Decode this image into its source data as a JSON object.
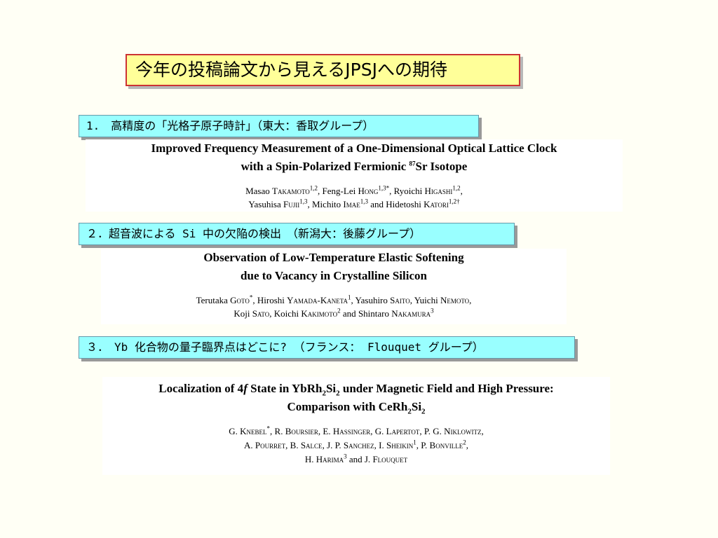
{
  "slide_title": "今年の投稿論文から見えるJPSJへの期待",
  "sections": [
    {
      "heading": "1.　高精度の「光格子原子時計」（東大：香取グループ）",
      "paper_title_line1": "Improved Frequency Measurement of a One-Dimensional Optical Lattice Clock",
      "paper_title_line2_a": "with a Spin-Polarized Fermionic ",
      "paper_title_line2_sup": "87",
      "paper_title_line2_b": "Sr Isotope",
      "authors": [
        {
          "first": "Masao ",
          "last": "Takamoto",
          "sup": "1,2",
          "sep": ", "
        },
        {
          "first": "Feng-Lei ",
          "last": "Hong",
          "sup": "1,3*",
          "sep": ", "
        },
        {
          "first": "Ryoichi ",
          "last": "Higashi",
          "sup": "1,2",
          "sep": ","
        },
        {
          "first": "Yasuhisa ",
          "last": "Fujii",
          "sup": "1,3",
          "sep": ", "
        },
        {
          "first": "Michito ",
          "last": "Imae",
          "sup": "1,3",
          "sep": " and "
        },
        {
          "first": "Hidetoshi ",
          "last": "Katori",
          "sup": "1,2†",
          "sep": ""
        }
      ]
    },
    {
      "heading": "２．超音波による Si 中の欠陥の検出　（新潟大：後藤グループ）",
      "paper_title_line1": "Observation of Low-Temperature Elastic Softening",
      "paper_title_line2": "due to Vacancy in Crystalline Silicon",
      "authors": [
        {
          "first": "Terutaka ",
          "last": "Goto",
          "sup": "*",
          "sep": ", "
        },
        {
          "first": "Hiroshi ",
          "last": "Yamada-Kaneta",
          "sup": "1",
          "sep": ", "
        },
        {
          "first": "Yasuhiro ",
          "last": "Saito",
          "sup": "",
          "sep": ", "
        },
        {
          "first": "Yuichi ",
          "last": "Nemoto",
          "sup": "",
          "sep": ","
        },
        {
          "first": "Koji ",
          "last": "Sato",
          "sup": "",
          "sep": ", "
        },
        {
          "first": "Koichi ",
          "last": "Kakimoto",
          "sup": "2",
          "sep": " and "
        },
        {
          "first": "Shintaro ",
          "last": "Nakamura",
          "sup": "3",
          "sep": ""
        }
      ]
    },
    {
      "heading": "３．　Yb 化合物の量子臨界点はどこに? （フランス： Flouquet グループ）",
      "paper_title_line1_a": "Localization of 4",
      "paper_title_line1_f": "f",
      "paper_title_line1_b": " State in YbRh",
      "paper_title_line1_sub1": "2",
      "paper_title_line1_c": "Si",
      "paper_title_line1_sub2": "2",
      "paper_title_line1_d": " under Magnetic Field and High Pressure:",
      "paper_title_line2_a": "Comparison with CeRh",
      "paper_title_line2_sub1": "2",
      "paper_title_line2_b": "Si",
      "paper_title_line2_sub2": "2",
      "authors": [
        {
          "first": "G. ",
          "last": "Knebel",
          "sup": "*",
          "sep": ", "
        },
        {
          "first": "R. ",
          "last": "Boursier",
          "sup": "",
          "sep": ", "
        },
        {
          "first": "E. ",
          "last": "Hassinger",
          "sup": "",
          "sep": ", "
        },
        {
          "first": "G. ",
          "last": "Lapertot",
          "sup": "",
          "sep": ", "
        },
        {
          "first": "P. G. ",
          "last": "Niklowitz",
          "sup": "",
          "sep": ","
        },
        {
          "first": "A. ",
          "last": "Pourret",
          "sup": "",
          "sep": ", "
        },
        {
          "first": "B. ",
          "last": "Salce",
          "sup": "",
          "sep": ", "
        },
        {
          "first": "J. P. ",
          "last": "Sanchez",
          "sup": "",
          "sep": ", "
        },
        {
          "first": "I. ",
          "last": "Sheikin",
          "sup": "1",
          "sep": ", "
        },
        {
          "first": "P. ",
          "last": "Bonville",
          "sup": "2",
          "sep": ","
        },
        {
          "first": "H. ",
          "last": "Harima",
          "sup": "3",
          "sep": " and "
        },
        {
          "first": "J. ",
          "last": "Flouquet",
          "sup": "",
          "sep": ""
        }
      ]
    }
  ]
}
